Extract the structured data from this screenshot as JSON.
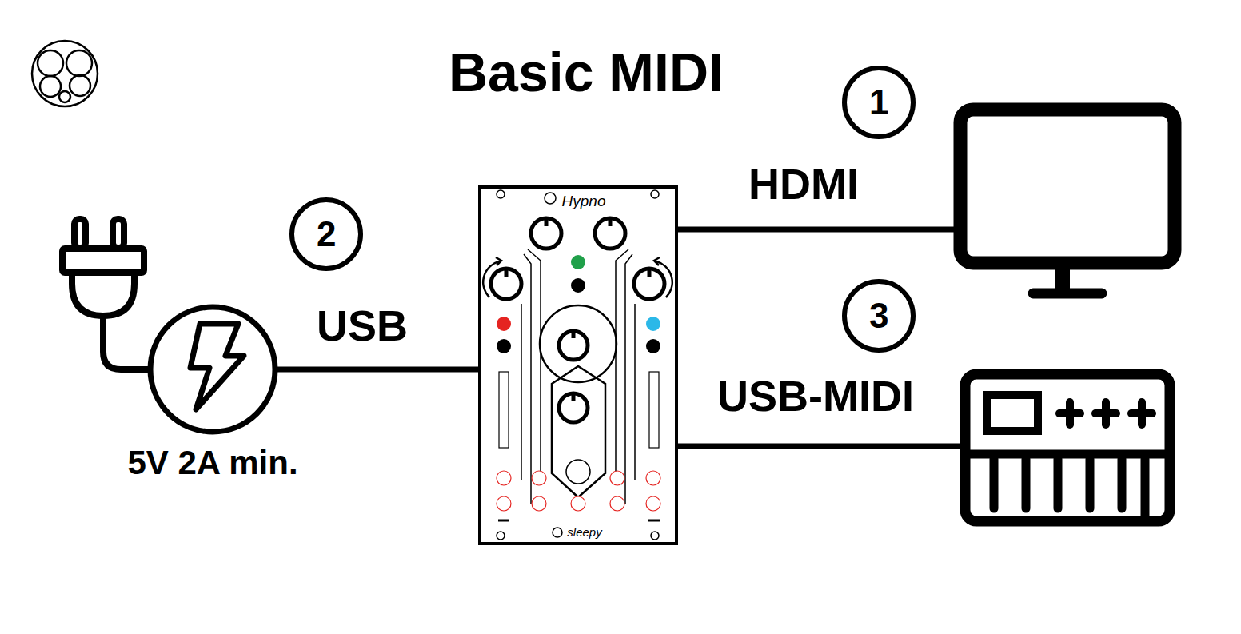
{
  "diagram": {
    "title": "Basic MIDI",
    "nodes": [
      {
        "text": [
          "Hypno",
          "sleepy"
        ]
      },
      {
        "text": [
          "5V 2A min."
        ]
      }
    ],
    "edges": [
      {
        "from": 1,
        "to": 0,
        "arrow": "none",
        "label": "USB"
      }
    ],
    "labels": [
      "1",
      "HDMI",
      "2",
      "3",
      "USB-MIDI"
    ]
  }
}
